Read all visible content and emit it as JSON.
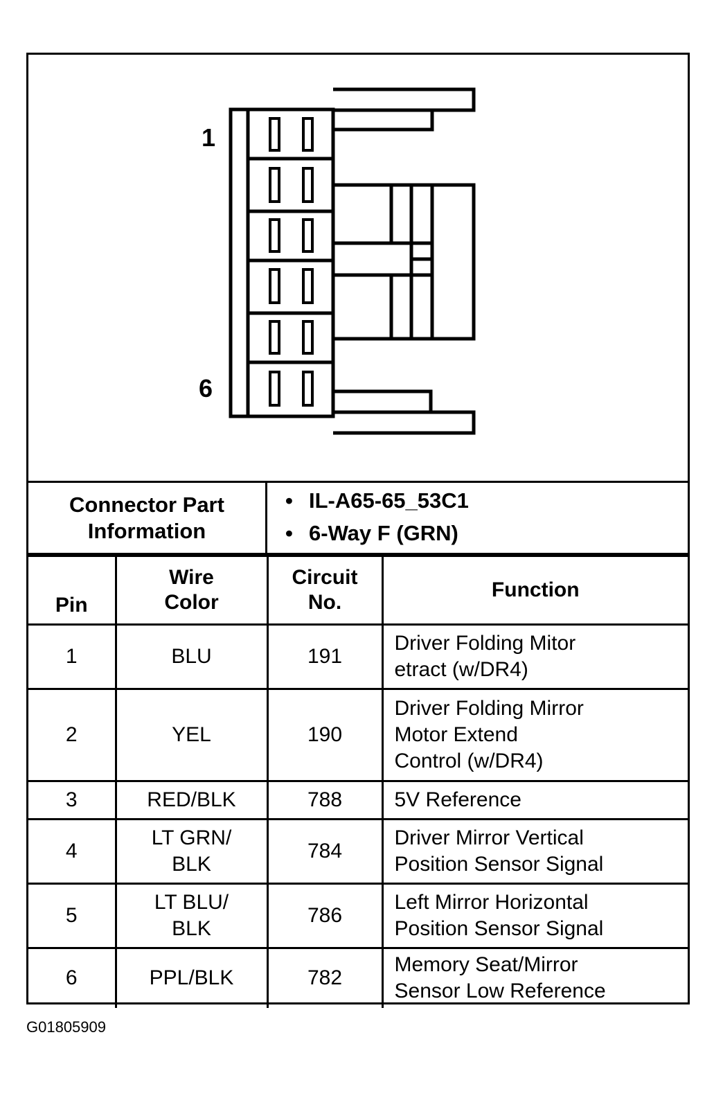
{
  "diagram": {
    "pin_first_label": "1",
    "pin_last_label": "6"
  },
  "connector_info": {
    "label": "Connector Part\nInformation",
    "items": [
      "IL-A65-65_53C1",
      "6-Way F (GRN)"
    ]
  },
  "table": {
    "headers": {
      "pin": "Pin",
      "wire_color": "Wire\nColor",
      "circuit": "Circuit\nNo.",
      "function": "Function"
    },
    "rows": [
      {
        "pin": "1",
        "wire_color": "BLU",
        "circuit": "191",
        "function": "Driver Folding Mitor\netract (w/DR4)"
      },
      {
        "pin": "2",
        "wire_color": "YEL",
        "circuit": "190",
        "function": "Driver Folding Mirror\nMotor Extend\nControl (w/DR4)"
      },
      {
        "pin": "3",
        "wire_color": "RED/BLK",
        "circuit": "788",
        "function": "5V Reference"
      },
      {
        "pin": "4",
        "wire_color": "LT GRN/\nBLK",
        "circuit": "784",
        "function": "Driver Mirror Vertical\nPosition Sensor Signal"
      },
      {
        "pin": "5",
        "wire_color": "LT BLU/\nBLK",
        "circuit": "786",
        "function": "Left Mirror Horizontal\nPosition Sensor Signal"
      },
      {
        "pin": "6",
        "wire_color": "PPL/BLK",
        "circuit": "782",
        "function": "Memory Seat/Mirror\nSensor Low Reference"
      }
    ]
  },
  "figure_id": "G01805909"
}
